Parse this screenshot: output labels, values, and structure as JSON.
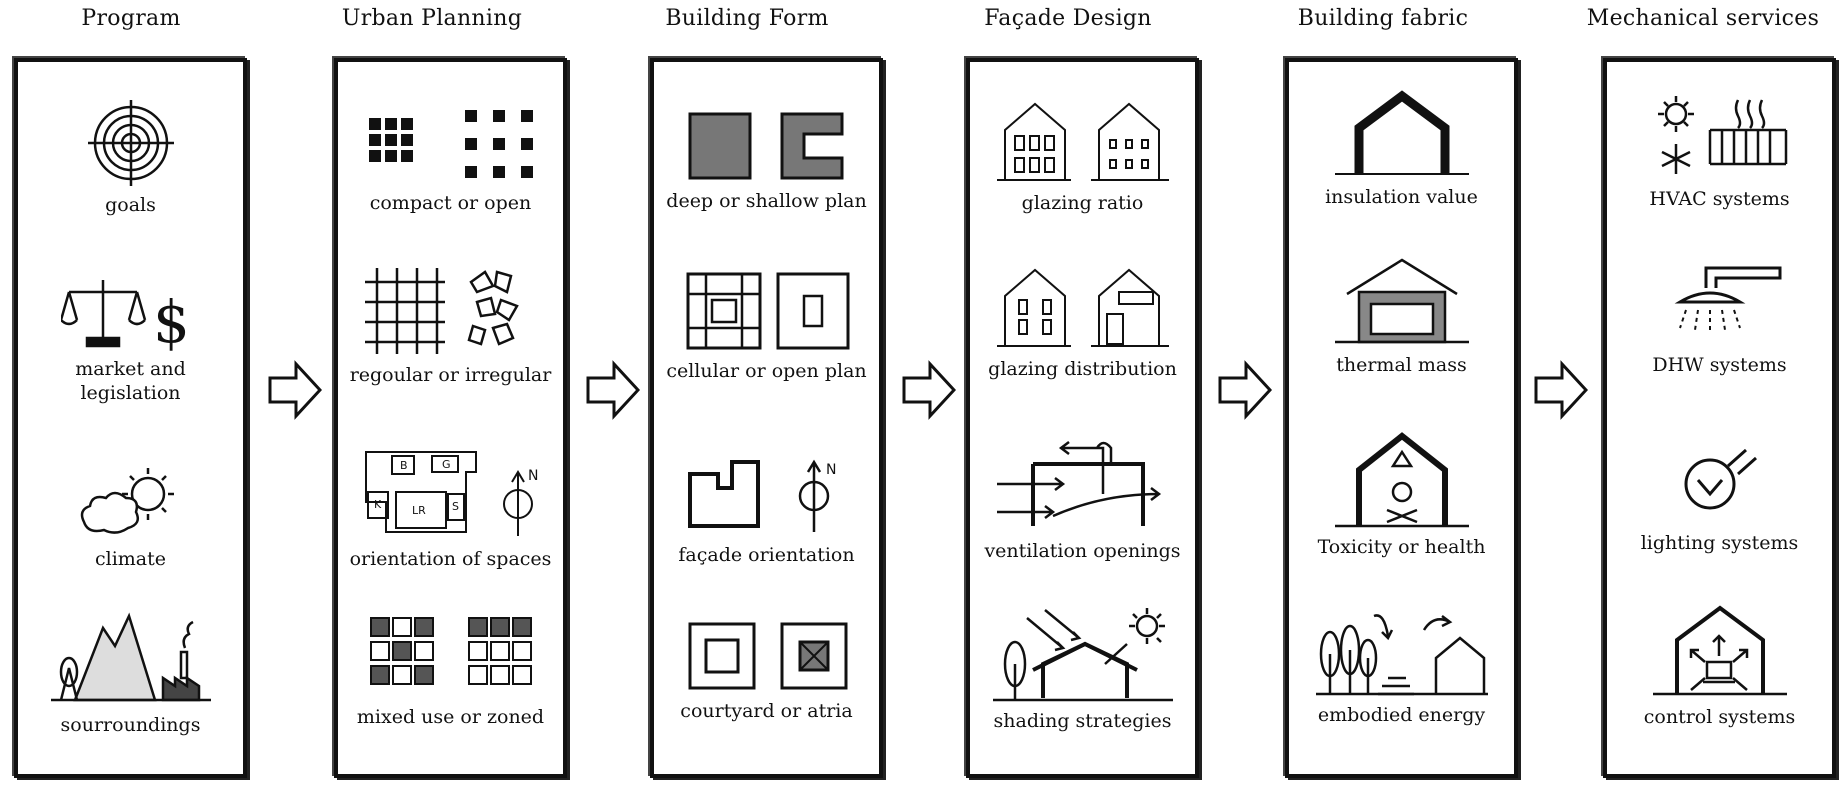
{
  "columns": [
    {
      "title": "Program",
      "items": [
        "goals",
        "market and\nlegislation",
        "climate",
        "sourroundings"
      ]
    },
    {
      "title": "Urban Planning",
      "items": [
        "compact or open",
        "regoular or irregular",
        "orientation of spaces",
        "mixed use or zoned"
      ]
    },
    {
      "title": "Building Form",
      "items": [
        "deep or shallow plan",
        "cellular or open plan",
        "façade orientation",
        "courtyard or atria"
      ]
    },
    {
      "title": "Façade Design",
      "items": [
        "glazing ratio",
        "glazing distribution",
        "ventilation openings",
        "shading strategies"
      ]
    },
    {
      "title": "Building fabric",
      "items": [
        "insulation value",
        "thermal mass",
        "Toxicity or health",
        "embodied energy"
      ]
    },
    {
      "title": "Mechanical services",
      "items": [
        "HVAC systems",
        "DHW systems",
        "lighting systems",
        "control systems"
      ]
    }
  ],
  "icon_labels": {
    "market_symbol": "$",
    "north": "N",
    "plan_rooms": [
      "B",
      "G",
      "K",
      "LR",
      "S"
    ]
  }
}
